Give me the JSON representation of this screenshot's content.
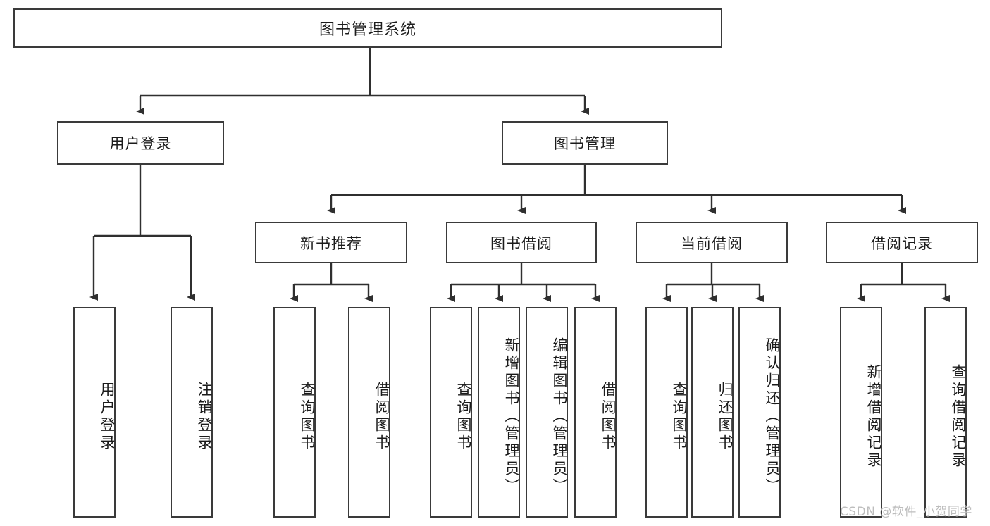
{
  "diagram": {
    "title": "图书管理系统",
    "type": "tree",
    "watermark": "CSDN @软件_小贺同学",
    "colors": {
      "box_border": "#3a3a3a",
      "box_fill": "#ffffff",
      "edge": "#2f2f2f",
      "text": "#1b1b1b",
      "watermark": "#bdbdbd"
    },
    "nodes": {
      "root": {
        "label": "图书管理系统"
      },
      "level1": [
        {
          "label": "用户登录"
        },
        {
          "label": "图书管理"
        }
      ],
      "level2": [
        {
          "label": "新书推荐"
        },
        {
          "label": "图书借阅"
        },
        {
          "label": "当前借阅"
        },
        {
          "label": "借阅记录"
        }
      ],
      "leaves_user_login": [
        {
          "label": "用户登录"
        },
        {
          "label": "注销登录"
        }
      ],
      "leaves_new_book": [
        {
          "label": "查询图书"
        },
        {
          "label": "借阅图书"
        }
      ],
      "leaves_borrow": [
        {
          "label": "查询图书"
        },
        {
          "label": "新增图书（管理员）"
        },
        {
          "label": "编辑图书（管理员）"
        },
        {
          "label": "借阅图书"
        }
      ],
      "leaves_current": [
        {
          "label": "查询图书"
        },
        {
          "label": "归还图书"
        },
        {
          "label": "确认归还（管理员）"
        }
      ],
      "leaves_record": [
        {
          "label": "新增借阅记录"
        },
        {
          "label": "查询借阅记录"
        }
      ]
    }
  }
}
